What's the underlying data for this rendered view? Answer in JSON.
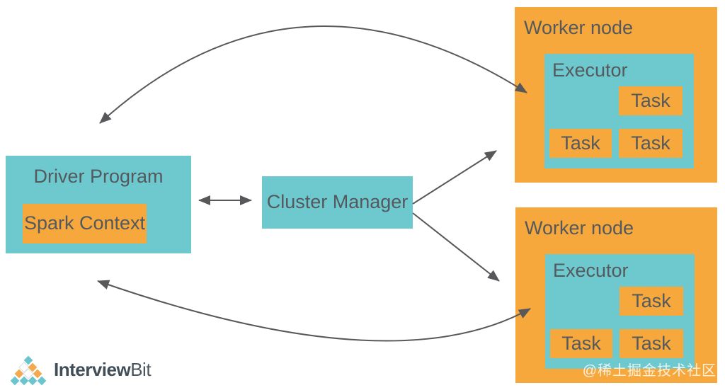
{
  "palette": {
    "teal": "#6ec9cf",
    "orange": "#f6a83d",
    "arrow_gray": "#58585a",
    "label_text": "#54595d",
    "brand_text": "#3f4e59",
    "watermark_text": "#ffffff"
  },
  "diagram": {
    "driver": {
      "title": "Driver Program",
      "context_label": "Spark Context"
    },
    "cluster_manager": {
      "label": "Cluster Manager"
    },
    "workers": [
      {
        "title": "Worker node",
        "executor": "Executor",
        "tasks": [
          "Task",
          "Task",
          "Task"
        ]
      },
      {
        "title": "Worker node",
        "executor": "Executor",
        "tasks": [
          "Task",
          "Task",
          "Task"
        ]
      }
    ],
    "arrows": [
      {
        "name": "driver-to-worker1-curve",
        "double_headed": true
      },
      {
        "name": "driver-to-cluster-manager",
        "double_headed": true
      },
      {
        "name": "cluster-manager-to-worker1",
        "double_headed": false
      },
      {
        "name": "cluster-manager-to-worker2",
        "double_headed": false
      },
      {
        "name": "driver-to-worker2-curve",
        "double_headed": true
      }
    ]
  },
  "footer": {
    "logo_icon": "diamond-pyramid-icon",
    "brand_bold": "Interview",
    "brand_light": "Bit"
  },
  "watermark": "@稀土掘金技术社区"
}
